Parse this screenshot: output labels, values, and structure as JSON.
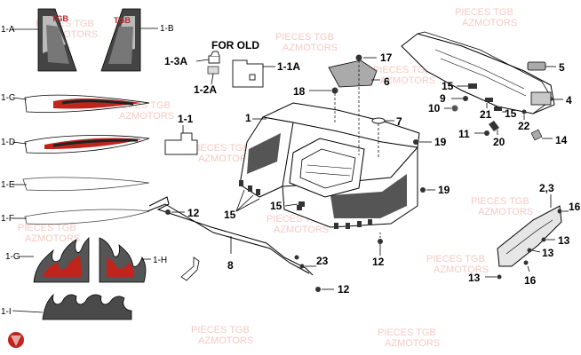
{
  "note_text": "FOR OLD",
  "watermark": {
    "line1": "PIECES TGB",
    "line2": "AZMOTORS"
  },
  "decals": {
    "label_1A": "1-A",
    "label_1B": "1-B",
    "label_1C": "1-C",
    "label_1D": "1-D",
    "label_1E": "1-E",
    "label_1F": "1-F",
    "label_1G": "1-G",
    "label_1H": "1-H",
    "label_1I": "1-I",
    "decal_text": "TGB"
  },
  "callouts": {
    "c_1": "1",
    "c_1_1": "1-1",
    "c_1_1A": "1-1A",
    "c_1_2A": "1-2A",
    "c_1_3A": "1-3A",
    "c_2_3": "2,3",
    "c_4": "4",
    "c_5": "5",
    "c_6": "6",
    "c_7": "7",
    "c_8": "8",
    "c_9": "9",
    "c_10": "10",
    "c_11": "11",
    "c_12a": "12",
    "c_12b": "12",
    "c_12c": "12",
    "c_13a": "13",
    "c_13b": "13",
    "c_13c": "13",
    "c_14": "14",
    "c_15a": "15",
    "c_15b": "15",
    "c_15c": "15",
    "c_15d": "15",
    "c_16a": "16",
    "c_16b": "16",
    "c_17": "17",
    "c_18": "18",
    "c_19a": "19",
    "c_19b": "19",
    "c_20": "20",
    "c_21": "21",
    "c_22": "22",
    "c_23": "23"
  },
  "colors": {
    "callout": "#000000",
    "watermark": "#f2b8b0",
    "decal_red": "#c0241d",
    "logo_red": "#c0241d"
  }
}
